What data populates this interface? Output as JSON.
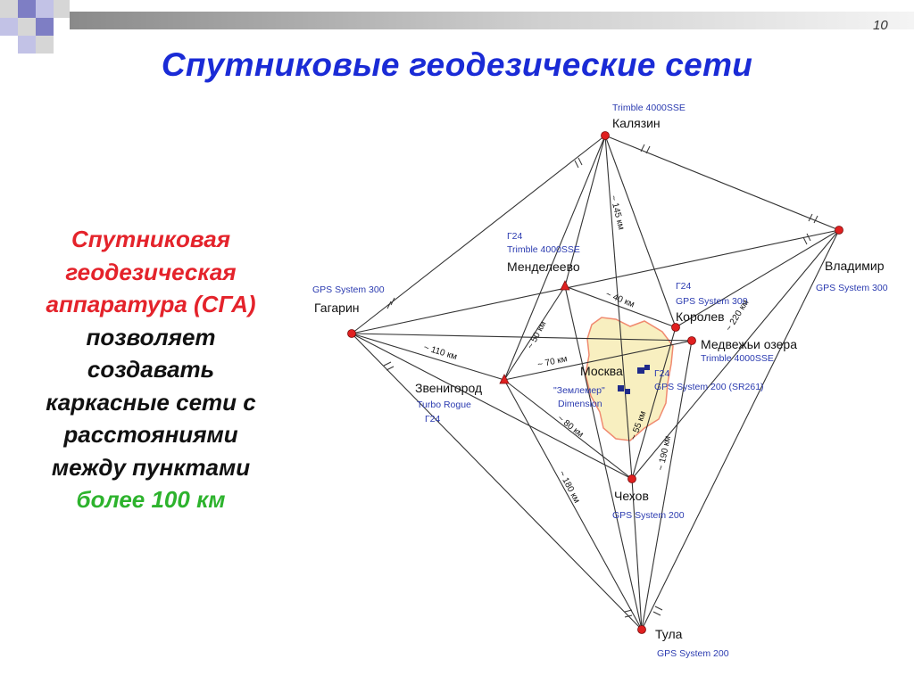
{
  "slide": {
    "number": "10",
    "title": "Спутниковые геодезические сети",
    "accent_color": "#1a2bd6",
    "decor_colors": [
      "#7e7ec4",
      "#c2c2e6",
      "#9a9a9a",
      "#d6d6d6"
    ]
  },
  "side_text": {
    "line1": "Спутниковая",
    "line2": "геодезическая",
    "line3": "аппаратура (СГА)",
    "line4": "позволяет",
    "line5": "создавать",
    "line6": "каркасные сети с",
    "line7": "расстояниями",
    "line8": "между пунктами",
    "line9": "более 100 км",
    "colors": {
      "red": "#e4232b",
      "black": "#111111",
      "green": "#2db32d"
    }
  },
  "map": {
    "moscow_fill": "#f8efc0",
    "moscow_outline": "#f08a70",
    "station_color": "#e02020",
    "stations": {
      "kalyazin": {
        "name": "Калязин",
        "equip1": "Trimble 4000SSE"
      },
      "vladimir": {
        "name": "Владимир",
        "equip1": "GPS System 300"
      },
      "mendeleevo": {
        "name": "Менделеево",
        "equip1": "Г24",
        "equip2": "Trimble 4000SSE"
      },
      "gagarin": {
        "name": "Гагарин",
        "equip1": "GPS System 300"
      },
      "korolev": {
        "name": "Королев",
        "equip1": "Г24",
        "equip2": "GPS System 300"
      },
      "medvezhi": {
        "name": "Медвежьи озера",
        "equip1": "Trimble 4000SSE"
      },
      "zvenigorod": {
        "name": "Звенигород",
        "equip1": "Turbo Rogue",
        "equip2": "Г24"
      },
      "moscow": {
        "name": "Москва",
        "equip1": "\"Землемер\"",
        "equip2": "Dimension",
        "equip3": "Г24",
        "equip4": "GPS System 200 (SR261)"
      },
      "chekhov": {
        "name": "Чехов",
        "equip1": "GPS System 200"
      },
      "tula": {
        "name": "Тула",
        "equip1": "GPS System 200"
      }
    },
    "distances": {
      "kalyazin_chekhov": "~ 145 км",
      "mendeleevo_korolev": "~ 40 км",
      "mendeleevo_zvenigorod": "~ 50 км",
      "gagarin_zvenigorod": "~ 110 км",
      "zvenigorod_medvezhi": "~ 70 км",
      "vladimir_chekhov": "~ 220 км",
      "zvenigorod_chekhov": "~ 80 км",
      "korolev_chekhov": "~ 55 км",
      "medvezhi_tula": "~ 190 км",
      "zvenigorod_tula": "~ 180 км"
    }
  }
}
